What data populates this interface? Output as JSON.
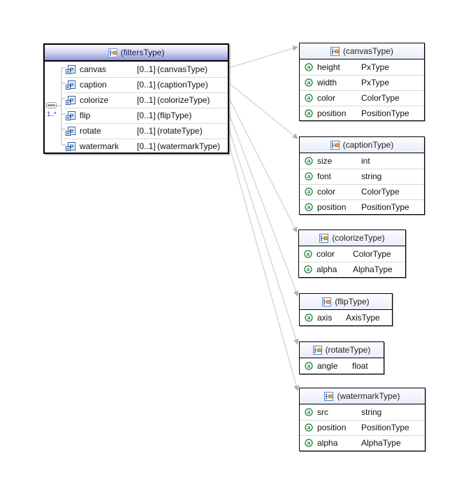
{
  "colors": {
    "root_header_gradient_top": "#fdfdff",
    "root_header_gradient_bottom": "#8f95d9",
    "type_header_gradient_top": "#fcfdff",
    "type_header_gradient_bottom": "#e9edf8",
    "root_header_text": "#14144c",
    "box_border": "#000000",
    "row_separator": "#d9d9d9",
    "connector_line": "#c6c6c6",
    "connector_arrow": "#b3b3b3",
    "tree_line": "#b0b0b0",
    "element_icon_blue": "#2b5f9e",
    "attribute_icon_green": "#1e7e34",
    "multiplicity_blue": "#2323cf"
  },
  "icons": {
    "complex_type": "complex-type-icon",
    "element": "element-icon",
    "attribute": "attribute-icon",
    "sequence": "sequence-icon"
  },
  "schema": {
    "root": {
      "title": "(filtersType)",
      "multiplicity": "1..*",
      "elements": [
        {
          "name": "canvas",
          "cardinality": "[0..1]",
          "type": "(canvasType)"
        },
        {
          "name": "caption",
          "cardinality": "[0..1]",
          "type": "(captionType)"
        },
        {
          "name": "colorize",
          "cardinality": "[0..1]",
          "type": "(colorizeType)"
        },
        {
          "name": "flip",
          "cardinality": "[0..1]",
          "type": "(flipType)"
        },
        {
          "name": "rotate",
          "cardinality": "[0..1]",
          "type": "(rotateType)"
        },
        {
          "name": "watermark",
          "cardinality": "[0..1]",
          "type": "(watermarkType)"
        }
      ]
    },
    "types": [
      {
        "title": "(canvasType)",
        "attributes": [
          {
            "name": "height",
            "type": "PxType"
          },
          {
            "name": "width",
            "type": "PxType"
          },
          {
            "name": "color",
            "type": "ColorType"
          },
          {
            "name": "position",
            "type": "PositionType"
          }
        ]
      },
      {
        "title": "(captionType)",
        "attributes": [
          {
            "name": "size",
            "type": "int"
          },
          {
            "name": "font",
            "type": "string"
          },
          {
            "name": "color",
            "type": "ColorType"
          },
          {
            "name": "position",
            "type": "PositionType"
          }
        ]
      },
      {
        "title": "(colorizeType)",
        "attributes": [
          {
            "name": "color",
            "type": "ColorType"
          },
          {
            "name": "alpha",
            "type": "AlphaType"
          }
        ]
      },
      {
        "title": "(flipType)",
        "attributes": [
          {
            "name": "axis",
            "type": "AxisType"
          }
        ]
      },
      {
        "title": "(rotateType)",
        "attributes": [
          {
            "name": "angle",
            "type": "float"
          }
        ]
      },
      {
        "title": "(watermarkType)",
        "attributes": [
          {
            "name": "src",
            "type": "string"
          },
          {
            "name": "position",
            "type": "PositionType"
          },
          {
            "name": "alpha",
            "type": "AlphaType"
          }
        ]
      }
    ]
  }
}
